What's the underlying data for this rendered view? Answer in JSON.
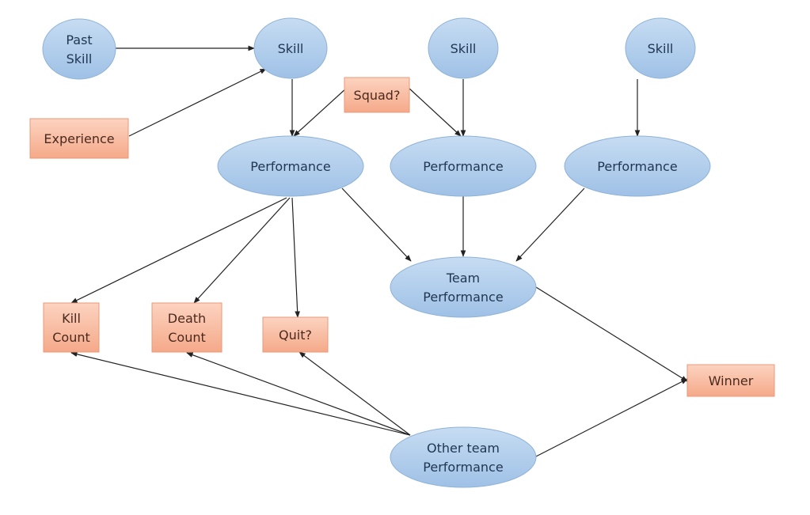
{
  "diagram": {
    "type": "bayesian-network",
    "colors": {
      "ellipse_fill_top": "#c6dcf2",
      "ellipse_fill_bottom": "#9fc1e6",
      "ellipse_stroke": "#8fb2d8",
      "box_fill_top": "#fcd3c0",
      "box_fill_bottom": "#f5a989",
      "box_stroke": "#e89a7a",
      "edge": "#222222"
    },
    "nodes": [
      {
        "id": "past-skill",
        "shape": "ellipse",
        "lines": [
          "Past",
          "Skill"
        ]
      },
      {
        "id": "skill-1",
        "shape": "ellipse",
        "lines": [
          "Skill"
        ]
      },
      {
        "id": "skill-2",
        "shape": "ellipse",
        "lines": [
          "Skill"
        ]
      },
      {
        "id": "skill-3",
        "shape": "ellipse",
        "lines": [
          "Skill"
        ]
      },
      {
        "id": "experience",
        "shape": "box",
        "lines": [
          "Experience"
        ]
      },
      {
        "id": "squad",
        "shape": "box",
        "lines": [
          "Squad?"
        ]
      },
      {
        "id": "performance-1",
        "shape": "ellipse",
        "lines": [
          "Performance"
        ]
      },
      {
        "id": "performance-2",
        "shape": "ellipse",
        "lines": [
          "Performance"
        ]
      },
      {
        "id": "performance-3",
        "shape": "ellipse",
        "lines": [
          "Performance"
        ]
      },
      {
        "id": "team-performance",
        "shape": "ellipse",
        "lines": [
          "Team",
          "Performance"
        ]
      },
      {
        "id": "kill-count",
        "shape": "box",
        "lines": [
          "Kill",
          "Count"
        ]
      },
      {
        "id": "death-count",
        "shape": "box",
        "lines": [
          "Death",
          "Count"
        ]
      },
      {
        "id": "quit",
        "shape": "box",
        "lines": [
          "Quit?"
        ]
      },
      {
        "id": "winner",
        "shape": "box",
        "lines": [
          "Winner"
        ]
      },
      {
        "id": "other-team-performance",
        "shape": "ellipse",
        "lines": [
          "Other team",
          "Performance"
        ]
      }
    ],
    "edges": [
      {
        "from": "past-skill",
        "to": "skill-1"
      },
      {
        "from": "experience",
        "to": "skill-1"
      },
      {
        "from": "skill-1",
        "to": "performance-1"
      },
      {
        "from": "squad",
        "to": "performance-1"
      },
      {
        "from": "squad",
        "to": "performance-2"
      },
      {
        "from": "skill-2",
        "to": "performance-2"
      },
      {
        "from": "skill-3",
        "to": "performance-3"
      },
      {
        "from": "performance-1",
        "to": "team-performance"
      },
      {
        "from": "performance-2",
        "to": "team-performance"
      },
      {
        "from": "performance-3",
        "to": "team-performance"
      },
      {
        "from": "performance-1",
        "to": "kill-count"
      },
      {
        "from": "performance-1",
        "to": "death-count"
      },
      {
        "from": "performance-1",
        "to": "quit"
      },
      {
        "from": "team-performance",
        "to": "winner"
      },
      {
        "from": "other-team-performance",
        "to": "winner"
      },
      {
        "from": "other-team-performance",
        "to": "kill-count"
      },
      {
        "from": "other-team-performance",
        "to": "death-count"
      },
      {
        "from": "other-team-performance",
        "to": "quit"
      }
    ]
  }
}
